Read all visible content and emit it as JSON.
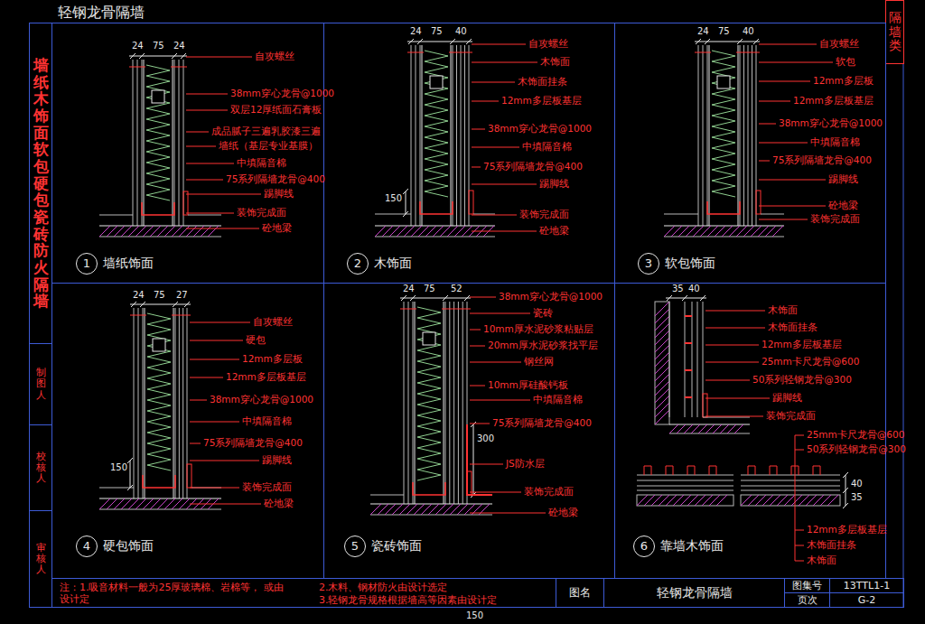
{
  "diagram": {
    "title": "轻钢龙骨隔墙",
    "nodes": [
      {
        "text": [
          "墙纸木饰面软包硬包瓷砖防火隔墙"
        ]
      },
      {
        "text": [
          "制图人"
        ]
      },
      {
        "text": [
          "校核人"
        ]
      },
      {
        "text": [
          "审核人"
        ]
      },
      {
        "text": [
          "隔墙类"
        ]
      },
      {
        "text": [
          "墙纸饰面"
        ]
      },
      {
        "text": [
          "1"
        ],
        "in": 5
      },
      {
        "text": [
          "木饰面"
        ]
      },
      {
        "text": [
          "2"
        ],
        "in": 7
      },
      {
        "text": [
          "软包饰面"
        ]
      },
      {
        "text": [
          "3"
        ],
        "in": 9
      },
      {
        "text": [
          "硬包饰面"
        ]
      },
      {
        "text": [
          "4"
        ],
        "in": 11
      },
      {
        "text": [
          "瓷砖饰面"
        ]
      },
      {
        "text": [
          "5"
        ],
        "in": 13
      },
      {
        "text": [
          "靠墙木饰面"
        ]
      },
      {
        "text": [
          "6"
        ],
        "in": 15
      },
      {
        "text": [
          "注：1.吸音材料一般为25厚玻璃棉、岩棉等， 或由设计定",
          "2.木料、钢材防火由设计选定",
          "3.轻钢龙骨规格根据墙高等因素由设计定"
        ]
      },
      {
        "text": [
          "图名"
        ]
      },
      {
        "text": [
          "轻钢龙骨隔墙"
        ]
      },
      {
        "text": [
          "图集号"
        ]
      },
      {
        "text": [
          "13TTL1-1"
        ]
      },
      {
        "text": [
          "页次"
        ]
      },
      {
        "text": [
          "G-2"
        ]
      }
    ],
    "labels": [
      "24",
      "75",
      "24",
      "自攻螺丝",
      "38mm穿心龙骨@1000",
      "双层12厚纸面石膏板",
      "成品腻子三遍乳胶漆三遍",
      "墙纸（基层专业基膜）",
      "中填隔音棉",
      "75系列隔墙龙骨@400",
      "踢脚线",
      "装饰完成面",
      "砼地梁",
      "24",
      "75",
      "40",
      "自攻螺丝",
      "木饰面",
      "木饰面挂条",
      "12mm多层板基层",
      "38mm穿心龙骨@1000",
      "中填隔音棉",
      "75系列隔墙龙骨@400",
      "踢脚线",
      "装饰完成面",
      "砼地梁",
      "150",
      "24",
      "75",
      "40",
      "自攻螺丝",
      "软包",
      "12mm多层板",
      "12mm多层板基层",
      "38mm穿心龙骨@1000",
      "中填隔音棉",
      "75系列隔墙龙骨@400",
      "踢脚线",
      "砼地梁",
      "装饰完成面",
      "24",
      "75",
      "27",
      "自攻螺丝",
      "硬包",
      "12mm多层板",
      "12mm多层板基层",
      "38mm穿心龙骨@1000",
      "中填隔音棉",
      "75系列隔墙龙骨@400",
      "踢脚线",
      "装饰完成面",
      "砼地梁",
      "150",
      "24",
      "75",
      "52",
      "38mm穿心龙骨@1000",
      "瓷砖",
      "10mm厚水泥砂浆粘贴层",
      "20mm厚水泥砂浆找平层",
      "钢丝网",
      "10mm厚硅酸钙板",
      "中填隔音棉",
      "75系列隔墙龙骨@400",
      "JS防水层",
      "300",
      "装饰完成面",
      "砼地梁",
      "35",
      "40",
      "木饰面",
      "木饰面挂条",
      "12mm多层板基层",
      "25mm卡尺龙骨@600",
      "50系列轻钢龙骨@300",
      "踢脚线",
      "装饰完成面",
      "25mm卡尺龙骨@600",
      "50系列轻钢龙骨@300",
      "40",
      "35",
      "12mm多层板基层",
      "木饰面挂条",
      "木饰面",
      "150"
    ]
  }
}
